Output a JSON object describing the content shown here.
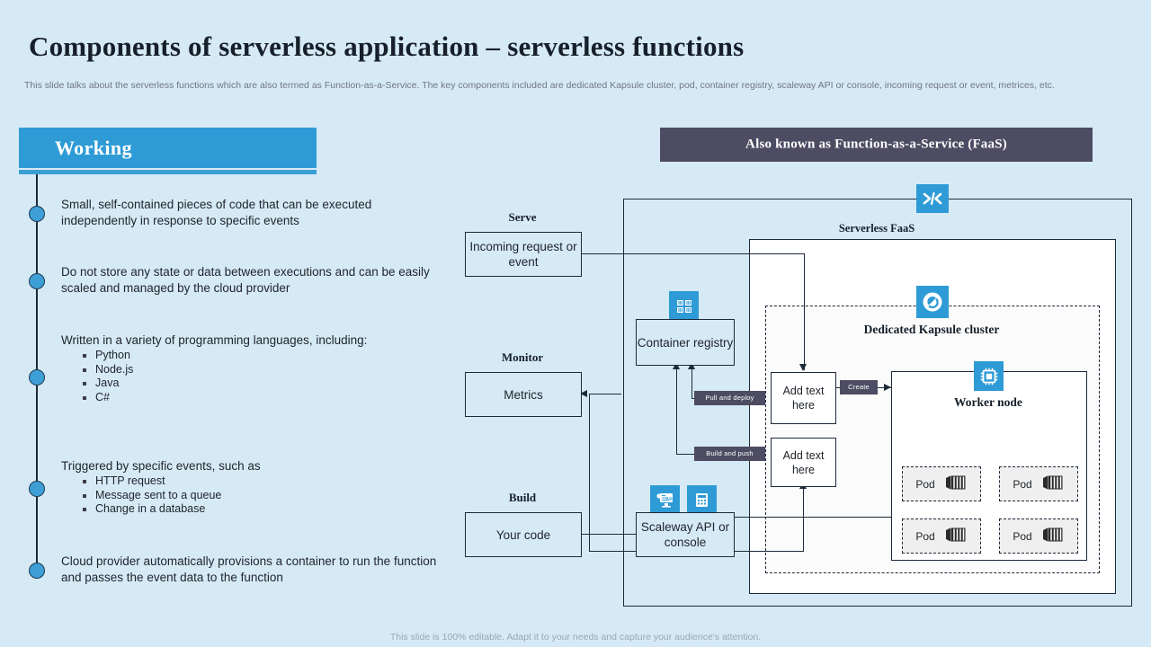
{
  "header": {
    "title": "Components of serverless application – serverless functions",
    "subtitle": "This slide talks about the serverless functions which are also termed as Function-as-a-Service. The key components included are dedicated Kapsule cluster, pod, container registry, scaleway API or console, incoming request or event, metrices, etc."
  },
  "left_panel": {
    "heading": "Working",
    "bullets": [
      {
        "text": "Small, self-contained pieces of code that can be executed independently in response to specific events",
        "sub": []
      },
      {
        "text": "Do not store any state or data between executions and can be easily scaled and managed by the cloud provider",
        "sub": []
      },
      {
        "text": "Written in a variety of programming languages, including:",
        "sub": [
          "Python",
          "Node.js",
          "Java",
          "C#"
        ]
      },
      {
        "text": "Triggered by specific events, such as",
        "sub": [
          "HTTP request",
          "Message sent to a queue",
          "Change in a database"
        ]
      },
      {
        "text": "Cloud provider automatically provisions a container to run the function and passes the event data to the function",
        "sub": []
      }
    ]
  },
  "banner": {
    "label": "Also known as Function-as-a-Service (FaaS)"
  },
  "diagram": {
    "frame_label": "Serverless FaaS",
    "cluster_label": "Dedicated Kapsule cluster",
    "worker_label": "Worker node",
    "stages": [
      {
        "label": "Serve",
        "box": "Incoming request or event"
      },
      {
        "label": "Monitor",
        "box": "Metrics"
      },
      {
        "label": "Build",
        "box": "Your code"
      }
    ],
    "nodes": {
      "container_registry": "Container registry",
      "scaleway": "Scaleway API or console",
      "placeholder_1": "Add text here",
      "placeholder_2": "Add text here"
    },
    "tags": {
      "pull_deploy": "Pull and deploy",
      "build_push": "Build and push",
      "create": "Create"
    },
    "pods": [
      "Pod",
      "Pod",
      "Pod",
      "Pod"
    ],
    "icons": {
      "code_brackets": "code-brackets-icon",
      "registry": "container-registry-icon",
      "api": "api-console-icon",
      "calculator": "calculator-icon",
      "kapsule": "kapsule-cluster-icon",
      "cpu": "cpu-chip-icon",
      "container": "container-icon"
    }
  },
  "footer": {
    "note": "This slide is 100% editable. Adapt it to your needs and capture your audience's attention."
  },
  "colors": {
    "page_bg": "#d6eaf6",
    "accent_blue": "#2e9bd6",
    "banner_dark": "#4d4c63",
    "line_dark": "#1d2a3a"
  }
}
